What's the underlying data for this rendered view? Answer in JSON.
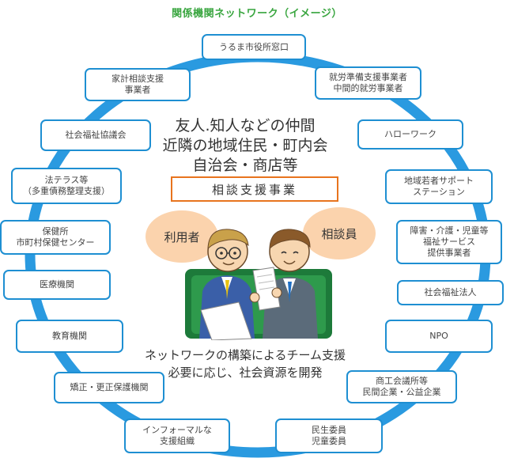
{
  "title": "関係機関ネットワーク（イメージ）",
  "colors": {
    "ring": "#2a9ae0",
    "node_border": "#1e8fd2",
    "title": "#3aa640",
    "accent_box": "#e8741e",
    "bubble": "#fbd3ad"
  },
  "center": {
    "lines": [
      "友人.知人などの仲間",
      "近隣の地域住民・町内会",
      "自治会・商店等"
    ],
    "service": "相談支援事業",
    "user_label": "利用者",
    "counselor_label": "相談員",
    "tagline": [
      "ネットワークの構築によるチーム支援",
      "必要に応じ、社会資源を開発"
    ]
  },
  "nodes": [
    {
      "id": "uruma-city-office",
      "lines": [
        "うるま市役所窓口"
      ]
    },
    {
      "id": "employment-support",
      "lines": [
        "就労準備支援事業者",
        "中間的就労事業者"
      ]
    },
    {
      "id": "hello-work",
      "lines": [
        "ハローワーク"
      ]
    },
    {
      "id": "youth-support-station",
      "lines": [
        "地域若者サポート",
        "ステーション"
      ]
    },
    {
      "id": "disability-welfare",
      "lines": [
        "障害・介護・児童等",
        "福祉サービス",
        "提供事業者"
      ]
    },
    {
      "id": "social-welfare-corp",
      "lines": [
        "社会福祉法人"
      ]
    },
    {
      "id": "npo",
      "lines": [
        "NPO"
      ]
    },
    {
      "id": "chamber-of-commerce",
      "lines": [
        "商工会議所等",
        "民間企業・公益企業"
      ]
    },
    {
      "id": "welfare-commissioners",
      "lines": [
        "民生委員",
        "児童委員"
      ]
    },
    {
      "id": "informal-support",
      "lines": [
        "インフォーマルな",
        "支援組織"
      ]
    },
    {
      "id": "rehabilitation",
      "lines": [
        "矯正・更正保護機関"
      ]
    },
    {
      "id": "education",
      "lines": [
        "教育機関"
      ]
    },
    {
      "id": "medical",
      "lines": [
        "医療機関"
      ]
    },
    {
      "id": "health-center",
      "lines": [
        "保健所",
        "市町村保健センター"
      ]
    },
    {
      "id": "houterasu",
      "lines": [
        "法テラス等",
        "（多重債務整理支援）"
      ]
    },
    {
      "id": "social-welfare-council",
      "lines": [
        "社会福祉協議会"
      ]
    },
    {
      "id": "household-budget",
      "lines": [
        "家計相談支援",
        "事業者"
      ]
    }
  ]
}
